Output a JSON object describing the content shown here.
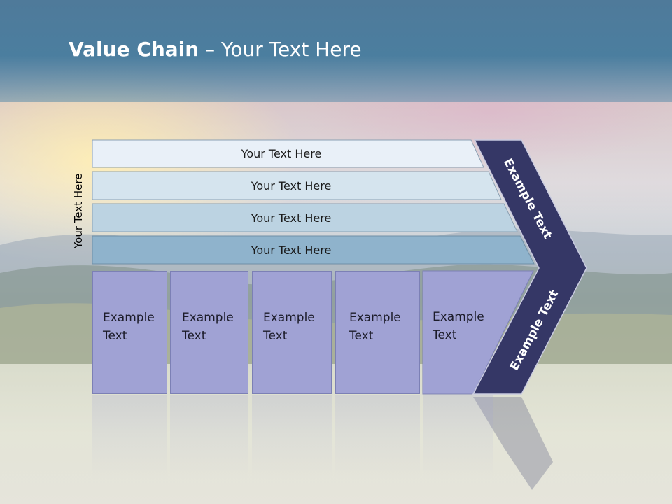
{
  "title": {
    "bold": "Value Chain",
    "rest": " – Your Text Here"
  },
  "side_label": "Your Text Here",
  "bars": [
    "Your Text Here",
    "Your Text Here",
    "Your Text Here",
    "Your Text Here"
  ],
  "columns": [
    {
      "line1": "Example",
      "line2": "Text"
    },
    {
      "line1": "Example",
      "line2": "Text"
    },
    {
      "line1": "Example",
      "line2": "Text"
    },
    {
      "line1": "Example",
      "line2": "Text"
    },
    {
      "line1": "Example",
      "line2": "Text"
    }
  ],
  "chevron": {
    "top_label": "Example Text",
    "bottom_label": "Example Text"
  },
  "colors": {
    "header": "#4b7e9f",
    "chevron": "#353766",
    "columns": "#a0a2d4",
    "bar1": "#e9f0f8",
    "bar2": "#d5e4ee",
    "bar3": "#bcd3e2",
    "bar4": "#8fb3cc"
  }
}
